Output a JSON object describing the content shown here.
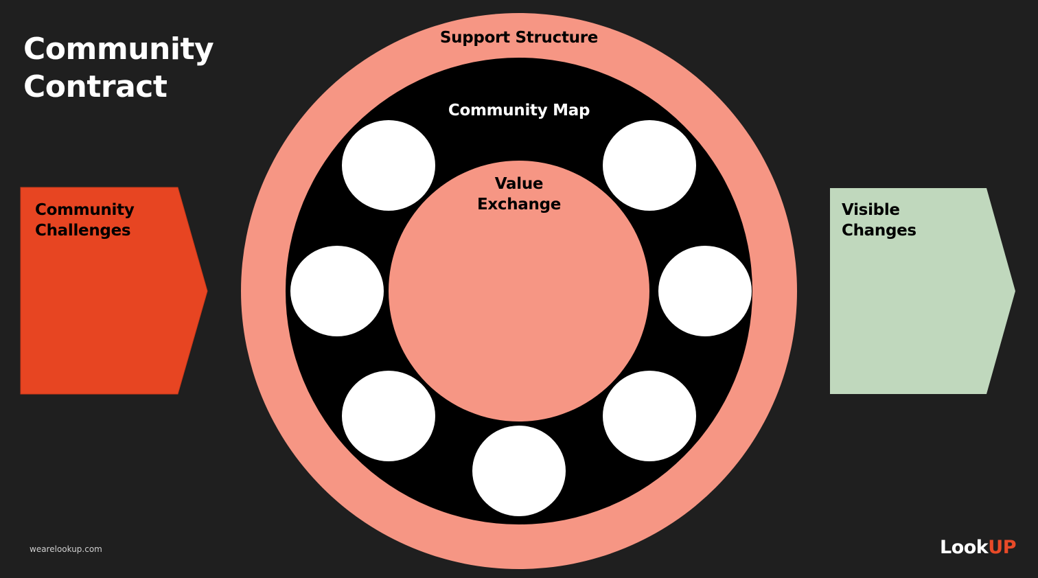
{
  "slide": {
    "title_line1": "Community",
    "title_line2": "Contract"
  },
  "diagram": {
    "outer_ring_label": "Support Structure",
    "middle_ring_label": "Community Map",
    "center_label_line1": "Value",
    "center_label_line2": "Exchange",
    "left_arrow_label_line1": "Community",
    "left_arrow_label_line2": "Challenges",
    "right_arrow_label_line1": "Visible",
    "right_arrow_label_line2": "Changes",
    "node_count": 7,
    "colors": {
      "background": "#1f1f1f",
      "outer_ring": "#f69684",
      "middle_ring": "#000000",
      "center_circle": "#f69684",
      "nodes": "#ffffff",
      "left_arrow": "#e74522",
      "right_arrow": "#c0d8bd"
    }
  },
  "footer": {
    "url": "wearelookup.com",
    "logo_part1": "Look",
    "logo_part2": "UP",
    "logo_accent_color": "#e84a28"
  }
}
